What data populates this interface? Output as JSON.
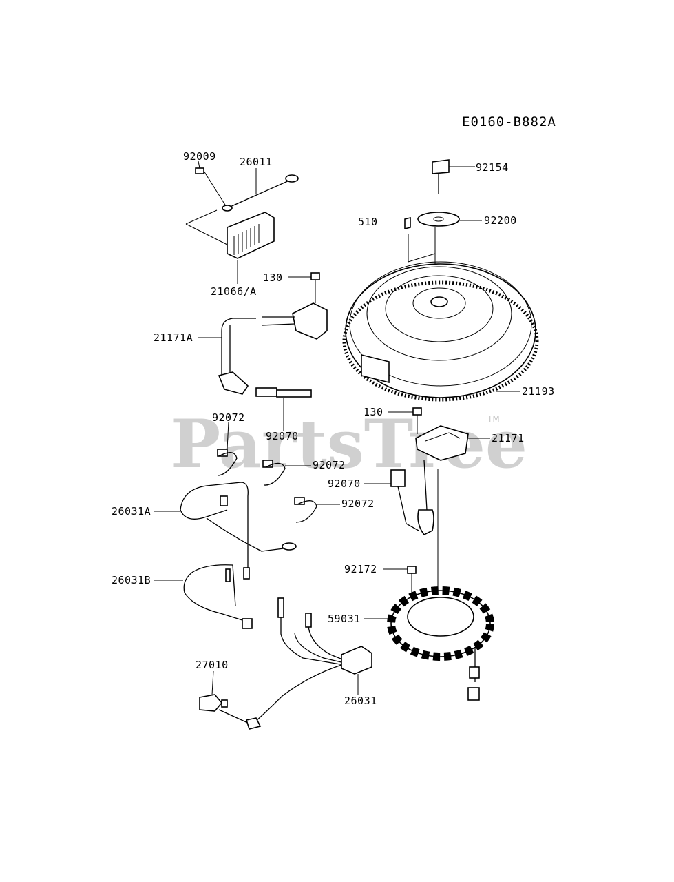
{
  "diagram_code": "E0160-B882A",
  "watermark": {
    "text": "PartsTree",
    "trademark": "TM"
  },
  "callouts": [
    {
      "id": "c92009",
      "label": "92009"
    },
    {
      "id": "c26011",
      "label": "26011"
    },
    {
      "id": "c21066A",
      "label": "21066/A"
    },
    {
      "id": "c130a",
      "label": "130"
    },
    {
      "id": "c21171A",
      "label": "21171A"
    },
    {
      "id": "c92070a",
      "label": "92070"
    },
    {
      "id": "c92154",
      "label": "92154"
    },
    {
      "id": "c510",
      "label": "510"
    },
    {
      "id": "c92200",
      "label": "92200"
    },
    {
      "id": "c21193",
      "label": "21193"
    },
    {
      "id": "c130b",
      "label": "130"
    },
    {
      "id": "c21171",
      "label": "21171"
    },
    {
      "id": "c92072a",
      "label": "92072"
    },
    {
      "id": "c92072b",
      "label": "92072"
    },
    {
      "id": "c92070b",
      "label": "92070"
    },
    {
      "id": "c92072c",
      "label": "92072"
    },
    {
      "id": "c26031A",
      "label": "26031A"
    },
    {
      "id": "c92172",
      "label": "92172"
    },
    {
      "id": "c26031B",
      "label": "26031B"
    },
    {
      "id": "c59031",
      "label": "59031"
    },
    {
      "id": "c27010",
      "label": "27010"
    },
    {
      "id": "c26031",
      "label": "26031"
    }
  ]
}
